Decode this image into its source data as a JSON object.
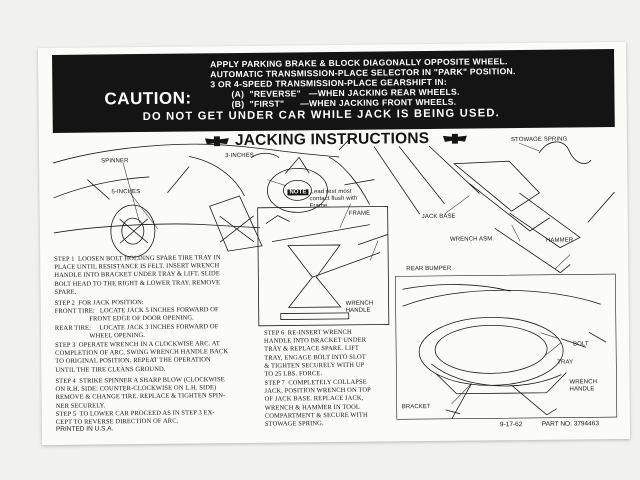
{
  "banner": {
    "caution": "CAUTION:",
    "lines": [
      "APPLY PARKING BRAKE & BLOCK DIAGONALLY OPPOSITE WHEEL.",
      "AUTOMATIC TRANSMISSION-PLACE SELECTOR IN \"PARK\" POSITION.",
      "3 OR 4-SPEED TRANSMISSION-PLACE GEARSHIFT IN:",
      "        (A)  \"REVERSE\"   —WHEN JACKING REAR WHEELS.",
      "        (B)  \"FIRST\"      —WHEN JACKING FRONT WHEELS."
    ],
    "warning": "DO NOT GET UNDER CAR WHILE JACK IS BEING USED."
  },
  "title": "JACKING INSTRUCTIONS",
  "labels": {
    "spinner": "SPINNER",
    "three_inches": "3-INCHES",
    "five_inches": "5-INCHES",
    "note_tag": "NOTE",
    "note_text1": "Lead rest most",
    "note_text2": "contact flush with",
    "note_text3": "Frame.",
    "frame": "FRAME",
    "wrench_handle": "WRENCH\nHANDLE",
    "stowage_spring": "STOWAGE SPRING",
    "jack_base": "JACK BASE",
    "wrench_asm": "WRENCH ASM.",
    "hammer": "HAMMER",
    "rear_bumper": "REAR BUMPER",
    "bolt": "BOLT",
    "tray": "TRAY",
    "wrench_handle_r": "WRENCH\nHANDLE",
    "bracket": "BRACKET"
  },
  "steps": {
    "step1": "STEP 1  LOOSEN BOLT HOLDING SPARE TIRE TRAY IN\nPLACE UNTIL RESISTANCE IS FELT. INSERT WRENCH\nHANDLE INTO BRACKET UNDER TRAY & LIFT. SLIDE\nBOLT HEAD TO THE RIGHT & LOWER TRAY. REMOVE\nSPARE.",
    "step2": "STEP 2  FOR JACK POSITION:\nFRONT TIRE:   LOCATE JACK 5 INCHES FORWARD OF\n                    FRONT EDGE OF DOOR OPENING.\nREAR TIRE:     LOCATE JACK 3 INCHES FORWARD OF\n                    WHEEL OPENING.",
    "step3": "STEP 3  OPERATE WRENCH IN A CLOCKWISE ARC. AT\nCOMPLETION OF ARC, SWING WRENCH HANDLE BACK\nTO ORIGINAL POSITION. REPEAT THE OPERATION\nUNTIL THE TIRE CLEANS GROUND.",
    "step4": "STEP 4  STRIKE SPINNER A SHARP BLOW (CLOCKWISE\nON R.H. SIDE: COUNTER-CLOCKWISE ON L.H. SIDE)\nREMOVE & CHANGE TIRE. REPLACE & TIGHTEN SPIN-\nNER SECURELY.",
    "step5": "STEP 5  TO LOWER CAR PROCEED AS IN STEP 3 EX-\nCEPT TO REVERSE DIRECTION OF ARC.",
    "step6": "STEP 6  RE-INSERT WRENCH\nHANDLE INTO BRACKET UNDER\nTRAY & REPLACE SPARE. LIFT\nTRAY, ENGAGE BOLT INTO SLOT\n& TIGHTEN SECURELY WITH UP\nTO 25 LBS. FORCE.",
    "step7": "STEP 7  COMPLETELY COLLAPSE\nJACK, POSITION WRENCH ON TOP\nOF JACK BASE. REPLACE JACK,\nWRENCH & HAMMER IN TOOL\nCOMPARTMENT & SECURE WITH\nSTOWAGE SPRING."
  },
  "footer": {
    "printed": "PRINTED IN U.S.A.",
    "date": "9-17-62",
    "part": "PART NO. 3794463"
  },
  "colors": {
    "ink": "#151515",
    "paper": "#fbfbf8",
    "banner": "#141414"
  }
}
